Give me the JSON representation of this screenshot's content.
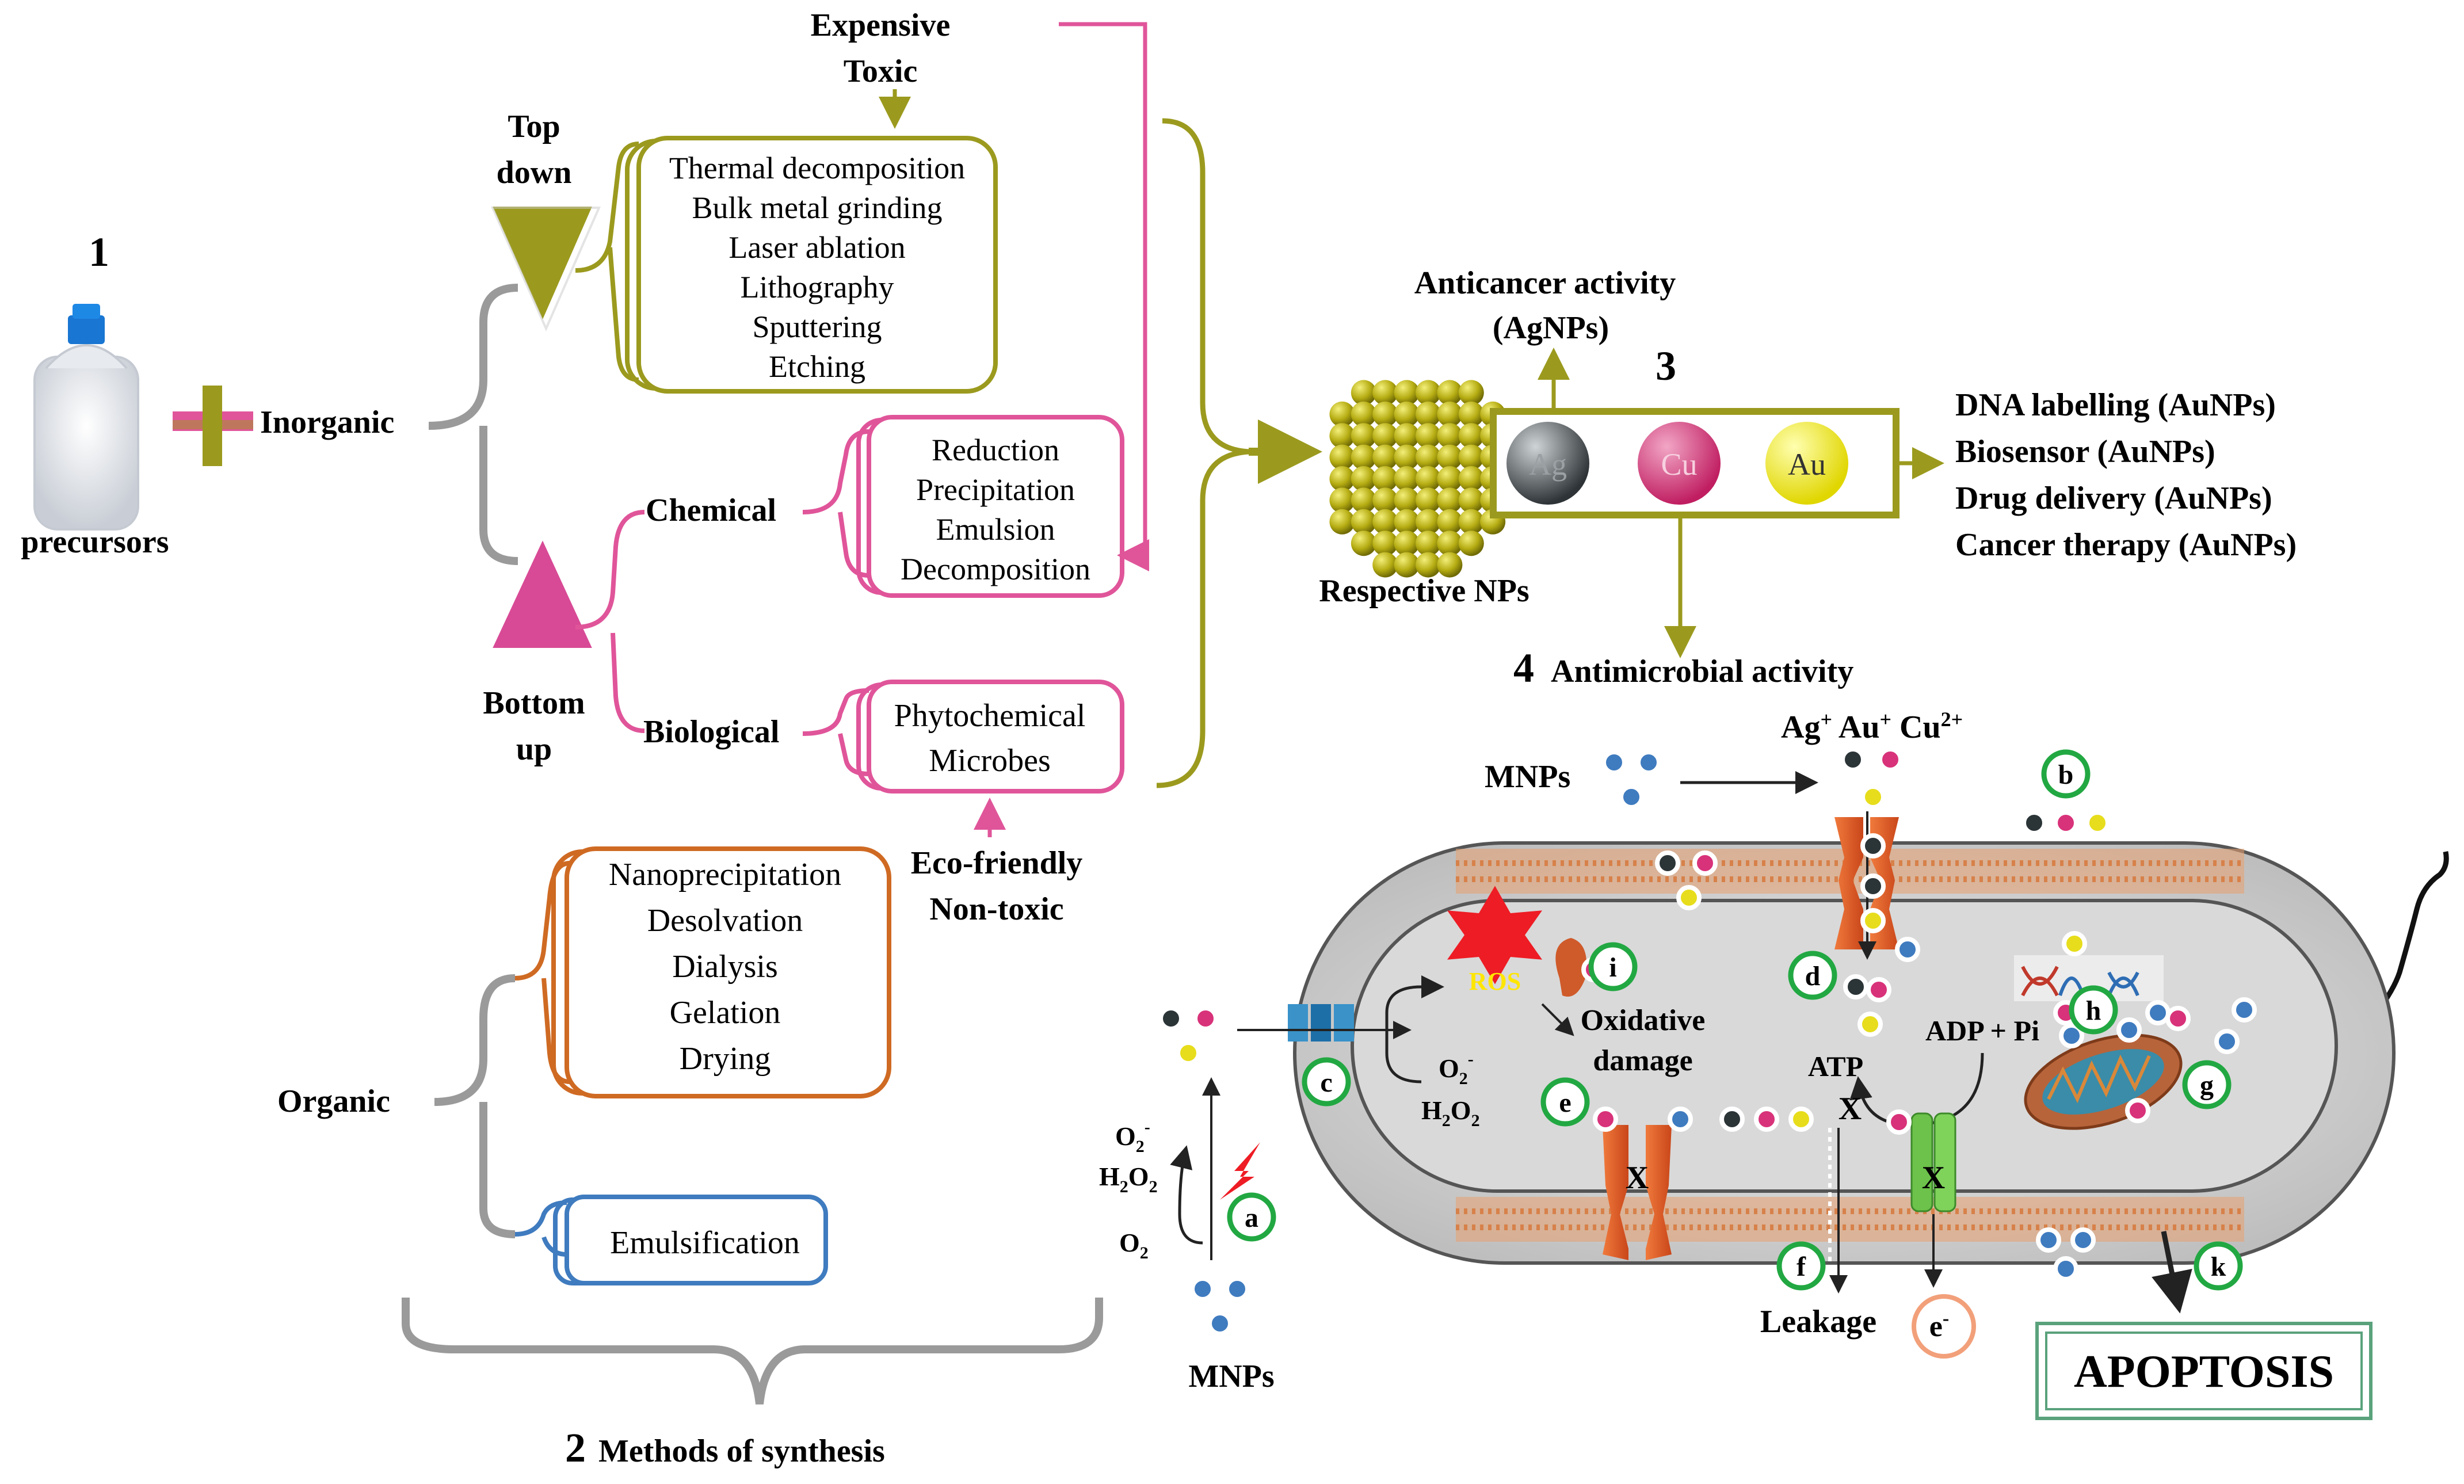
{
  "step1": {
    "number": "1",
    "label": "precursors"
  },
  "inorganic_label": "Inorganic",
  "organic_label": "Organic",
  "top_down": {
    "line1": "Top",
    "line2": "down"
  },
  "bottom_up": {
    "line1": "Bottom",
    "line2": "up"
  },
  "expensive": {
    "line1": "Expensive",
    "line2": "Toxic"
  },
  "topdown_methods": [
    "Thermal decomposition",
    "Bulk metal grinding",
    "Laser ablation",
    "Lithography",
    "Sputtering",
    "Etching"
  ],
  "chemical_label": "Chemical",
  "chemical_methods": [
    "Reduction",
    "Precipitation",
    "Emulsion",
    "Decomposition"
  ],
  "biological_label": "Biological",
  "biological_methods": [
    "Phytochemical",
    "Microbes"
  ],
  "eco": {
    "line1": "Eco-friendly",
    "line2": "Non-toxic"
  },
  "organic_methods": [
    "Nanoprecipitation",
    "Desolvation",
    "Dialysis",
    "Gelation",
    "Drying"
  ],
  "emulsification": "Emulsification",
  "step2": {
    "number": "2",
    "label": "Methods of synthesis"
  },
  "anticancer": {
    "line1": "Anticancer activity",
    "line2": "(AgNPs)"
  },
  "step3": "3",
  "respective_nps": "Respective NPs",
  "metals": [
    "Ag",
    "Cu",
    "Au"
  ],
  "applications": [
    "DNA labelling (AuNPs)",
    "Biosensor (AuNPs)",
    "Drug delivery (AuNPs)",
    "Cancer therapy (AuNPs)"
  ],
  "step4": {
    "number": "4",
    "label": "Antimicrobial activity"
  },
  "ions": {
    "ag": "Ag",
    "au": "Au",
    "cu": "Cu",
    "ag_sup": "+",
    "au_sup": "+",
    "cu_sup": "2+"
  },
  "mnps_top": "MNPs",
  "mnps_bottom": "MNPs",
  "ros": "ROS",
  "oxidative": {
    "line1": "Oxidative",
    "line2": "damage"
  },
  "species": {
    "o2_minus": "O",
    "o2_minus_sub": "2",
    "o2_minus_sup": "-",
    "h2o2": "H",
    "h2o2_sub": "2",
    "h2o2_tail": "O",
    "h2o2_sub2": "2",
    "o2": "O",
    "o2_sub": "2"
  },
  "atp": "ATP",
  "adp": "ADP + Pi",
  "block_mark": "X",
  "leakage": "Leakage",
  "electron": {
    "base": "e",
    "sup": "-"
  },
  "apoptosis": "APOPTOSIS",
  "markers": [
    "a",
    "b",
    "c",
    "d",
    "e",
    "f",
    "g",
    "h",
    "i",
    "k"
  ],
  "colors": {
    "olive": "#9b9a1e",
    "pink": "#e0559a",
    "grey": "#9a9a9a",
    "orange": "#cf6a23",
    "blue": "#3f7bbf",
    "membrane": "#e8a06f",
    "channel": "#e2541d",
    "ros_fill": "#ee1c24",
    "ros_text": "#ffe600",
    "marker": "#22a842",
    "apoptosis_border": "#5aa27c"
  }
}
